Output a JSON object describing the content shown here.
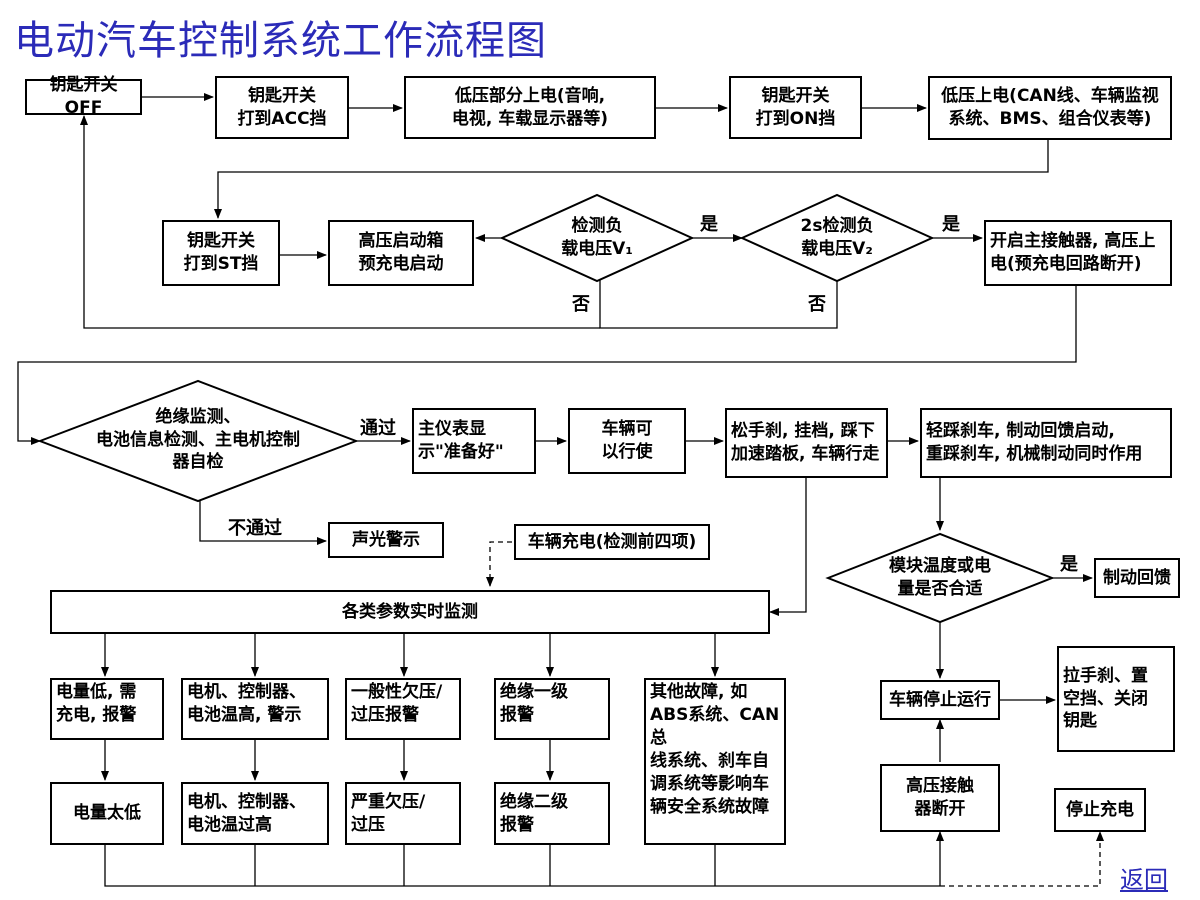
{
  "title": "电动汽车控制系统工作流程图",
  "nodes": {
    "key_off": "钥匙开关OFF",
    "key_acc": "钥匙开关\n打到ACC挡",
    "low_power_partial": "低压部分上电(音响,\n电视, 车载显示器等)",
    "key_on": "钥匙开关\n打到ON挡",
    "low_power_on": "低压上电(CAN线、车辆监视\n系统、BMS、组合仪表等)",
    "key_st": "钥匙开关\n打到ST挡",
    "hv_precharge": "高压启动箱\n预充电启动",
    "check_v1": "检测负\n载电压V₁",
    "check_v2": "2s检测负\n载电压V₂",
    "main_contactor": "开启主接触器, 高压上\n电(预充电回路断开)",
    "self_check": "绝缘监测、\n电池信息检测、主电机控制\n器自检",
    "ready": "主仪表显\n示\"准备好\"",
    "drivable": "车辆可\n以行使",
    "release_brake": "松手刹, 挂档, 踩下\n加速踏板, 车辆行走",
    "light_brake": "轻踩刹车, 制动回馈启动,\n重踩刹车, 机械制动同时作用",
    "alarm": "声光警示",
    "charging": "车辆充电(检测前四项)",
    "realtime_monitor": "各类参数实时监测",
    "module_temp": "模块温度或电\n量是否合适",
    "regen_brake": "制动回馈",
    "low_batt_warn": "电量低, 需\n充电, 报警",
    "temp_high_warn": "电机、控制器、\n电池温高, 警示",
    "voltage_warn": "一般性欠压/\n过压报警",
    "insul_1": "绝缘一级\n报警",
    "other_faults": "其他故障, 如\nABS系统、CAN总\n线系统、刹车自\n调系统等影响车\n辆安全系统故障",
    "batt_too_low": "电量太低",
    "temp_too_high": "电机、控制器、\n电池温过高",
    "voltage_severe": "严重欠压/\n过压",
    "insul_2": "绝缘二级\n报警",
    "vehicle_stop": "车辆停止运行",
    "parking": "拉手刹、置\n空挡、关闭\n钥匙",
    "hv_contactor_off": "高压接触\n器断开",
    "stop_charging": "停止充电"
  },
  "labels": {
    "yes1": "是",
    "yes2": "是",
    "no1": "否",
    "no2": "否",
    "pass": "通过",
    "fail": "不通过",
    "yes3": "是"
  },
  "back_link": "返回",
  "colors": {
    "title": "#2b2bb8",
    "line": "#000000",
    "link": "#2b2bb8"
  }
}
